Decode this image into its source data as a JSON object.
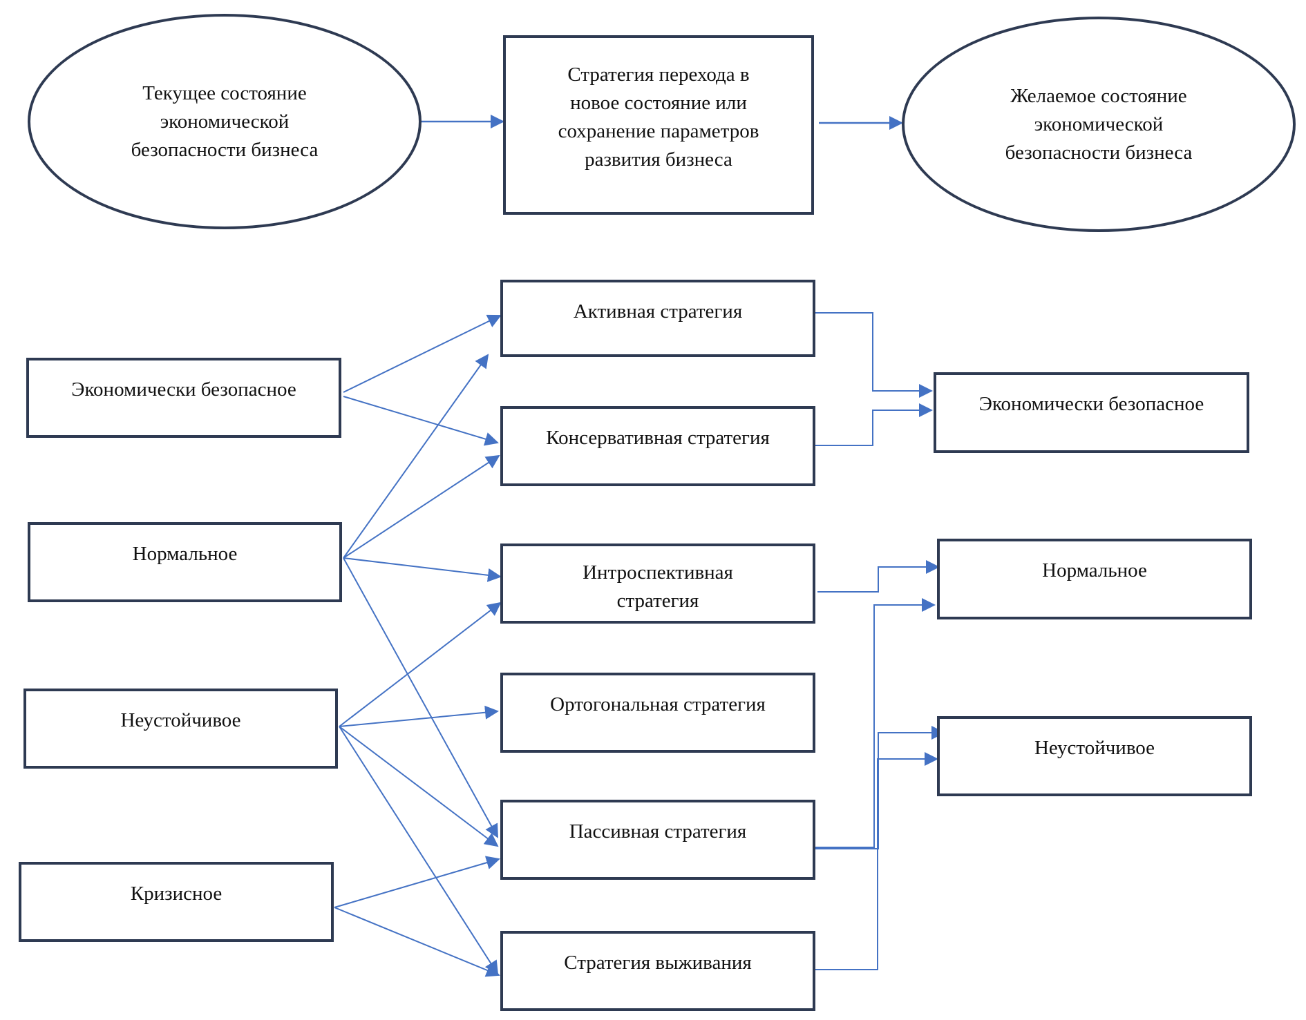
{
  "colors": {
    "border": "#2e3a52",
    "arrow": "#4472c4",
    "text": "#111111"
  },
  "top_flow": {
    "current_state": "Текущее состояние\nэкономической\nбезопасности бизнеса",
    "transition_strategy": "Стратегия перехода в\nновое состояние или\nсохранение параметров\nразвития бизнеса",
    "desired_state": "Желаемое состояние\nэкономической\nбезопасности бизнеса"
  },
  "current_states": [
    {
      "id": "cur-safe",
      "label": "Экономически безопасное"
    },
    {
      "id": "cur-normal",
      "label": "Нормальное"
    },
    {
      "id": "cur-unstable",
      "label": "Неустойчивое"
    },
    {
      "id": "cur-crisis",
      "label": "Кризисное"
    }
  ],
  "strategies": [
    {
      "id": "str-active",
      "label": "Активная стратегия"
    },
    {
      "id": "str-conservative",
      "label": "Консервативная стратегия"
    },
    {
      "id": "str-introspective",
      "label": "Интроспективная\nстратегия"
    },
    {
      "id": "str-orthogonal",
      "label": "Ортогональная стратегия"
    },
    {
      "id": "str-passive",
      "label": "Пассивная стратегия"
    },
    {
      "id": "str-survival",
      "label": "Стратегия выживания"
    }
  ],
  "desired_states": [
    {
      "id": "des-safe",
      "label": "Экономически безопасное"
    },
    {
      "id": "des-normal",
      "label": "Нормальное"
    },
    {
      "id": "des-unstable",
      "label": "Неустойчивое"
    }
  ],
  "edges": [
    {
      "from": "current_state",
      "to": "transition_strategy"
    },
    {
      "from": "transition_strategy",
      "to": "desired_state"
    },
    {
      "from": "cur-safe",
      "to": "str-active"
    },
    {
      "from": "cur-safe",
      "to": "str-conservative"
    },
    {
      "from": "cur-normal",
      "to": "str-active"
    },
    {
      "from": "cur-normal",
      "to": "str-conservative"
    },
    {
      "from": "cur-normal",
      "to": "str-introspective"
    },
    {
      "from": "cur-normal",
      "to": "str-passive"
    },
    {
      "from": "cur-unstable",
      "to": "str-introspective"
    },
    {
      "from": "cur-unstable",
      "to": "str-orthogonal"
    },
    {
      "from": "cur-unstable",
      "to": "str-passive"
    },
    {
      "from": "cur-unstable",
      "to": "str-survival"
    },
    {
      "from": "cur-crisis",
      "to": "str-passive"
    },
    {
      "from": "cur-crisis",
      "to": "str-survival"
    },
    {
      "from": "str-active",
      "to": "des-safe"
    },
    {
      "from": "str-conservative",
      "to": "des-safe"
    },
    {
      "from": "str-introspective",
      "to": "des-normal"
    },
    {
      "from": "str-passive",
      "to": "des-normal"
    },
    {
      "from": "str-passive",
      "to": "des-unstable"
    },
    {
      "from": "str-survival",
      "to": "des-unstable"
    }
  ]
}
